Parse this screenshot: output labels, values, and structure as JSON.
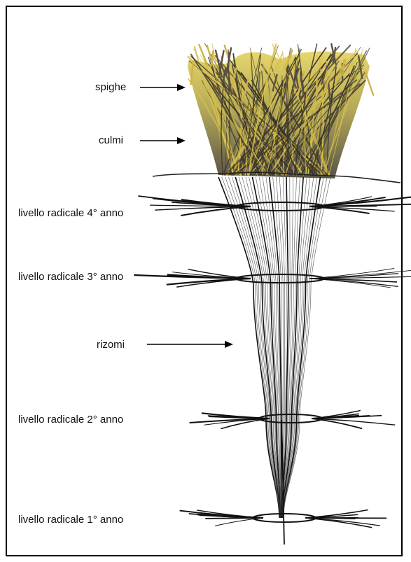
{
  "labels": {
    "spighe": "spighe",
    "culmi": "culmi",
    "level4": "livello radicale 4° anno",
    "level3": "livello radicale 3° anno",
    "rizomi": "rizomi",
    "level2": "livello radicale 2° anno",
    "level1": "livello radicale 1° anno"
  },
  "colors": {
    "grass_light": "#d8c03a",
    "grass_dark": "#2e2a20",
    "root": "#111111",
    "soil_line": "#222222",
    "frame": "#000000"
  }
}
